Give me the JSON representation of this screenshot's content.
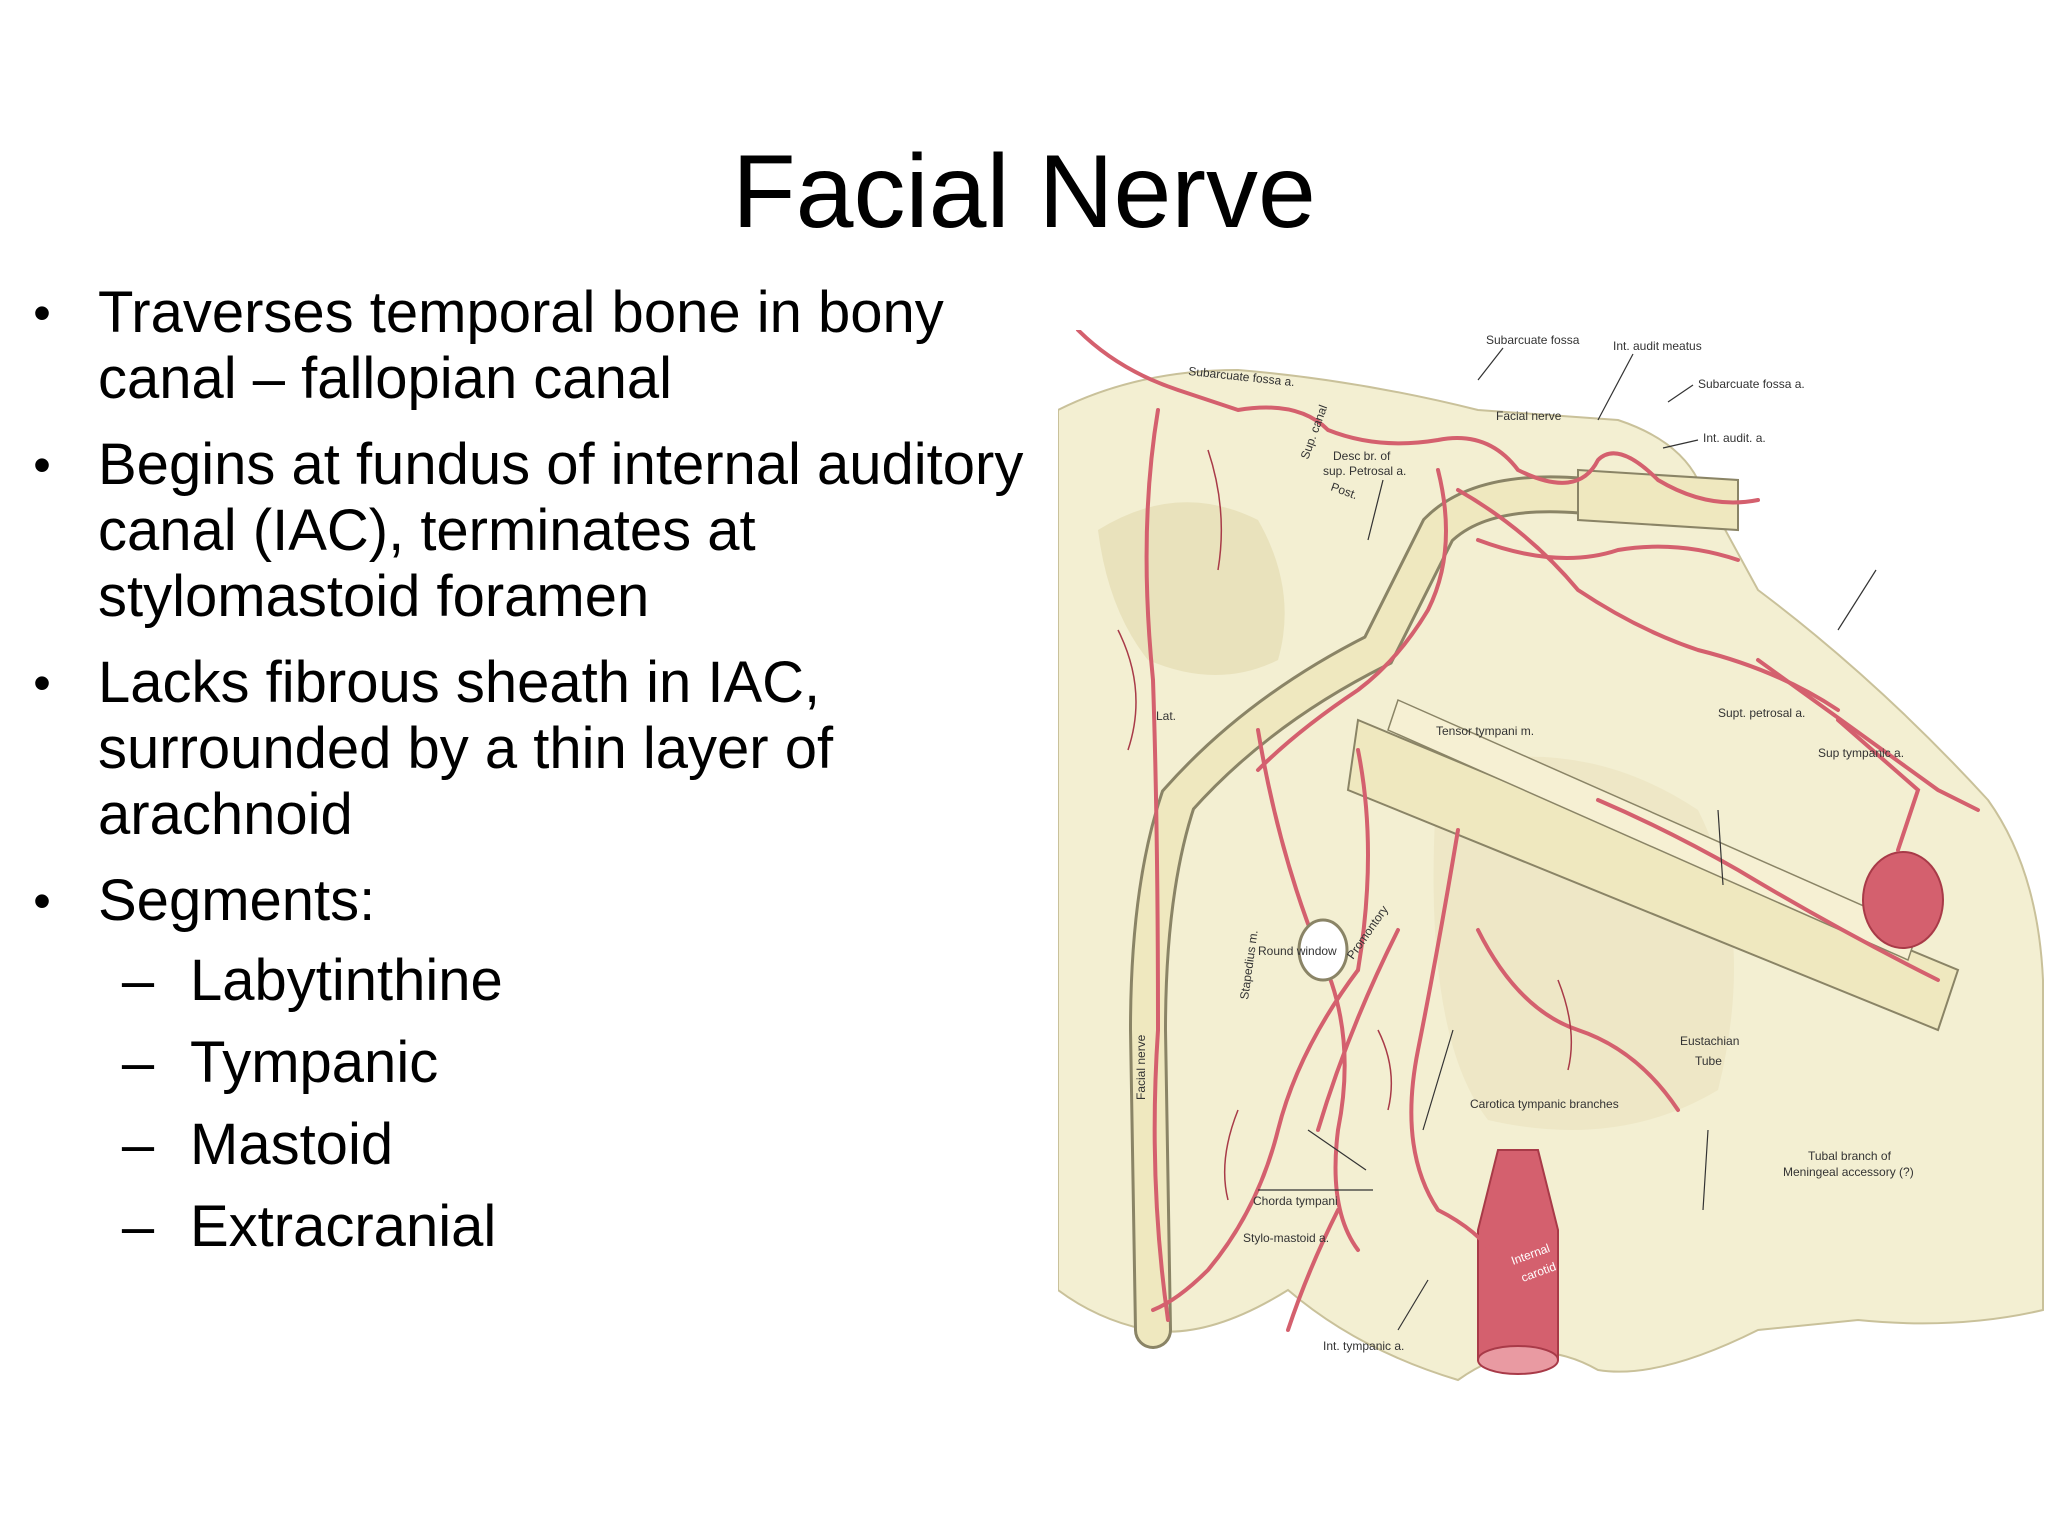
{
  "slide": {
    "title": "Facial Nerve",
    "bullets": [
      {
        "text": "Traverses temporal bone in bony canal – fallopian canal"
      },
      {
        "text": "Begins at fundus of internal auditory canal (IAC), terminates at stylomastoid foramen"
      },
      {
        "text": "Lacks fibrous sheath in IAC, surrounded by a thin layer of arachnoid"
      },
      {
        "text": "Segments:",
        "subitems": [
          "Labytinthine",
          "Tympanic",
          "Mastoid",
          "Extracranial"
        ]
      }
    ]
  },
  "figure": {
    "labels": {
      "subarcuate_fossa_a_left": "Subarcuate fossa a.",
      "sup_canal": "Sup. canal",
      "post": "Post.",
      "subarcuate_fossa": "Subarcuate fossa",
      "int_audit_meatus": "Int. audit meatus",
      "subarcuate_fossa_a_right": "Subarcuate fossa a.",
      "int_audit_a": "Int. audit. a.",
      "facial_nerve_top": "Facial nerve",
      "desc_br": "Desc br. of",
      "sup_petrosal": "sup. Petrosal a.",
      "lat": "Lat.",
      "tensor_tympani": "Tensor tympani m.",
      "supt_petrosal": "Supt. petrosal a.",
      "sup_tympanic": "Sup tympanic a.",
      "stapedius": "Stapedius m.",
      "promontory": "Promontory",
      "round_window": "Round window",
      "facial_nerve_vertical": "Facial nerve",
      "eustachian": "Eustachian",
      "tube": "Tube",
      "carotica_tympanic": "Carotica tympanic branches",
      "tubal_branch": "Tubal branch of",
      "meningeal_accessory": "Meningeal accessory (?)",
      "chorda_tympani": "Chorda tympani",
      "stylo_mastoid": "Stylo-mastoid a.",
      "internal": "Internal",
      "carotid": "carotid",
      "int_tympanic": "Int. tympanic a."
    },
    "colors": {
      "bone": "#f3efd2",
      "bone_shadow": "#ddd6a8",
      "artery": "#d4606e",
      "artery_dark": "#a83a48",
      "nerve": "#efe8bf",
      "outline": "#8a8466"
    }
  }
}
